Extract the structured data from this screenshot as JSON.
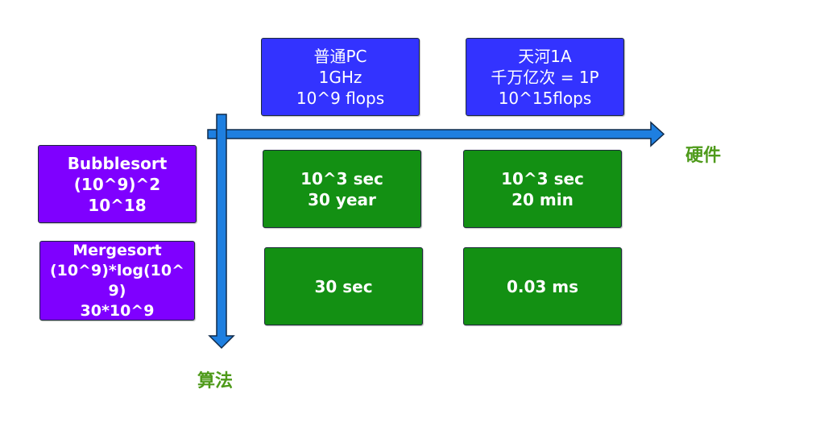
{
  "hardware": [
    {
      "lines": [
        "普通PC",
        "1GHz",
        "10^9 flops"
      ]
    },
    {
      "lines": [
        "天河1A",
        "千万亿次 = 1P",
        "10^15flops"
      ]
    }
  ],
  "algorithms": [
    {
      "lines": [
        "Bubblesort",
        "(10^9)^2",
        "10^18"
      ]
    },
    {
      "lines": [
        "Mergesort",
        "(10^9)*log(10^",
        "9)",
        "30*10^9"
      ]
    }
  ],
  "results": [
    {
      "lines": [
        "10^3 sec",
        "30 year"
      ]
    },
    {
      "lines": [
        "10^3 sec",
        "20 min"
      ]
    },
    {
      "lines": [
        "30 sec"
      ]
    },
    {
      "lines": [
        "0.03 ms"
      ]
    }
  ],
  "axes": {
    "horizontal_label": "硬件",
    "vertical_label": "算法"
  },
  "colors": {
    "hardware_box": "#3333ff",
    "algorithm_box": "#7f00ff",
    "result_box": "#139013",
    "arrow": "#1e7fe0",
    "axis_label": "#4e9a1a"
  }
}
